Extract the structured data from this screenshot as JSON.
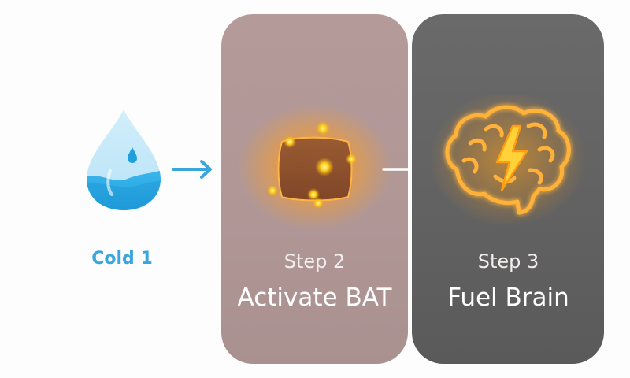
{
  "steps": [
    {
      "label": "Cold 1",
      "icon": "water-drop-icon",
      "color": "#3aa6dc"
    },
    {
      "title": "Step 2",
      "subtitle": "Activate BAT",
      "icon": "brown-fat-tissue-icon",
      "panel_color": "#b09796"
    },
    {
      "title": "Step 3",
      "subtitle": "Fuel Brain",
      "icon": "glowing-brain-lightning-icon",
      "panel_color": "#626262"
    }
  ],
  "accent": {
    "glow": "#ffa21a",
    "arrow_blue": "#3aa6dc",
    "arrow_white": "#ffffff"
  }
}
